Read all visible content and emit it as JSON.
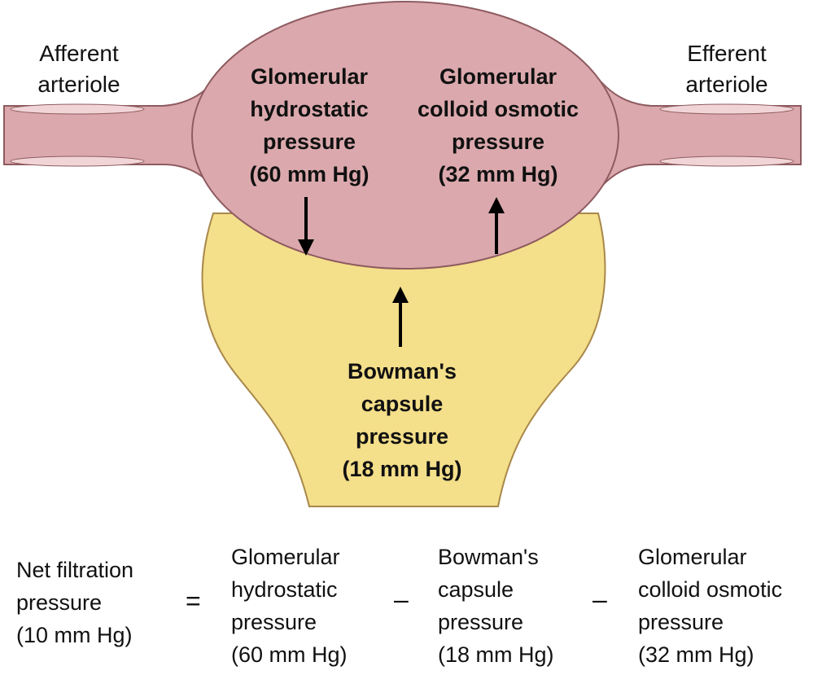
{
  "colors": {
    "glomerulus_fill": "#dba9ad",
    "glomerulus_stroke": "#8e5b60",
    "capsule_fill": "#f4df8a",
    "capsule_stroke": "#a8884a",
    "vessel_lumen": "#f1d5d6",
    "arrow": "#000000"
  },
  "labels": {
    "afferent": [
      "Afferent",
      "arteriole"
    ],
    "efferent": [
      "Efferent",
      "arteriole"
    ],
    "glomerular_hydrostatic": [
      "Glomerular",
      "hydrostatic",
      "pressure",
      "(60 mm Hg)"
    ],
    "glomerular_colloid": [
      "Glomerular",
      "colloid osmotic",
      "pressure",
      "(32 mm Hg)"
    ],
    "bowman": [
      "Bowman's",
      "capsule",
      "pressure",
      "(18 mm Hg)"
    ]
  },
  "equation": {
    "net": [
      "Net filtration",
      "pressure",
      "(10 mm Hg)"
    ],
    "equals": "=",
    "term1": [
      "Glomerular",
      "hydrostatic",
      "pressure",
      "(60 mm Hg)"
    ],
    "minus1": "–",
    "term2": [
      "Bowman's",
      "capsule",
      "pressure",
      "(18 mm Hg)"
    ],
    "minus2": "–",
    "term3": [
      "Glomerular",
      "colloid osmotic",
      "pressure",
      "(32 mm Hg)"
    ]
  }
}
